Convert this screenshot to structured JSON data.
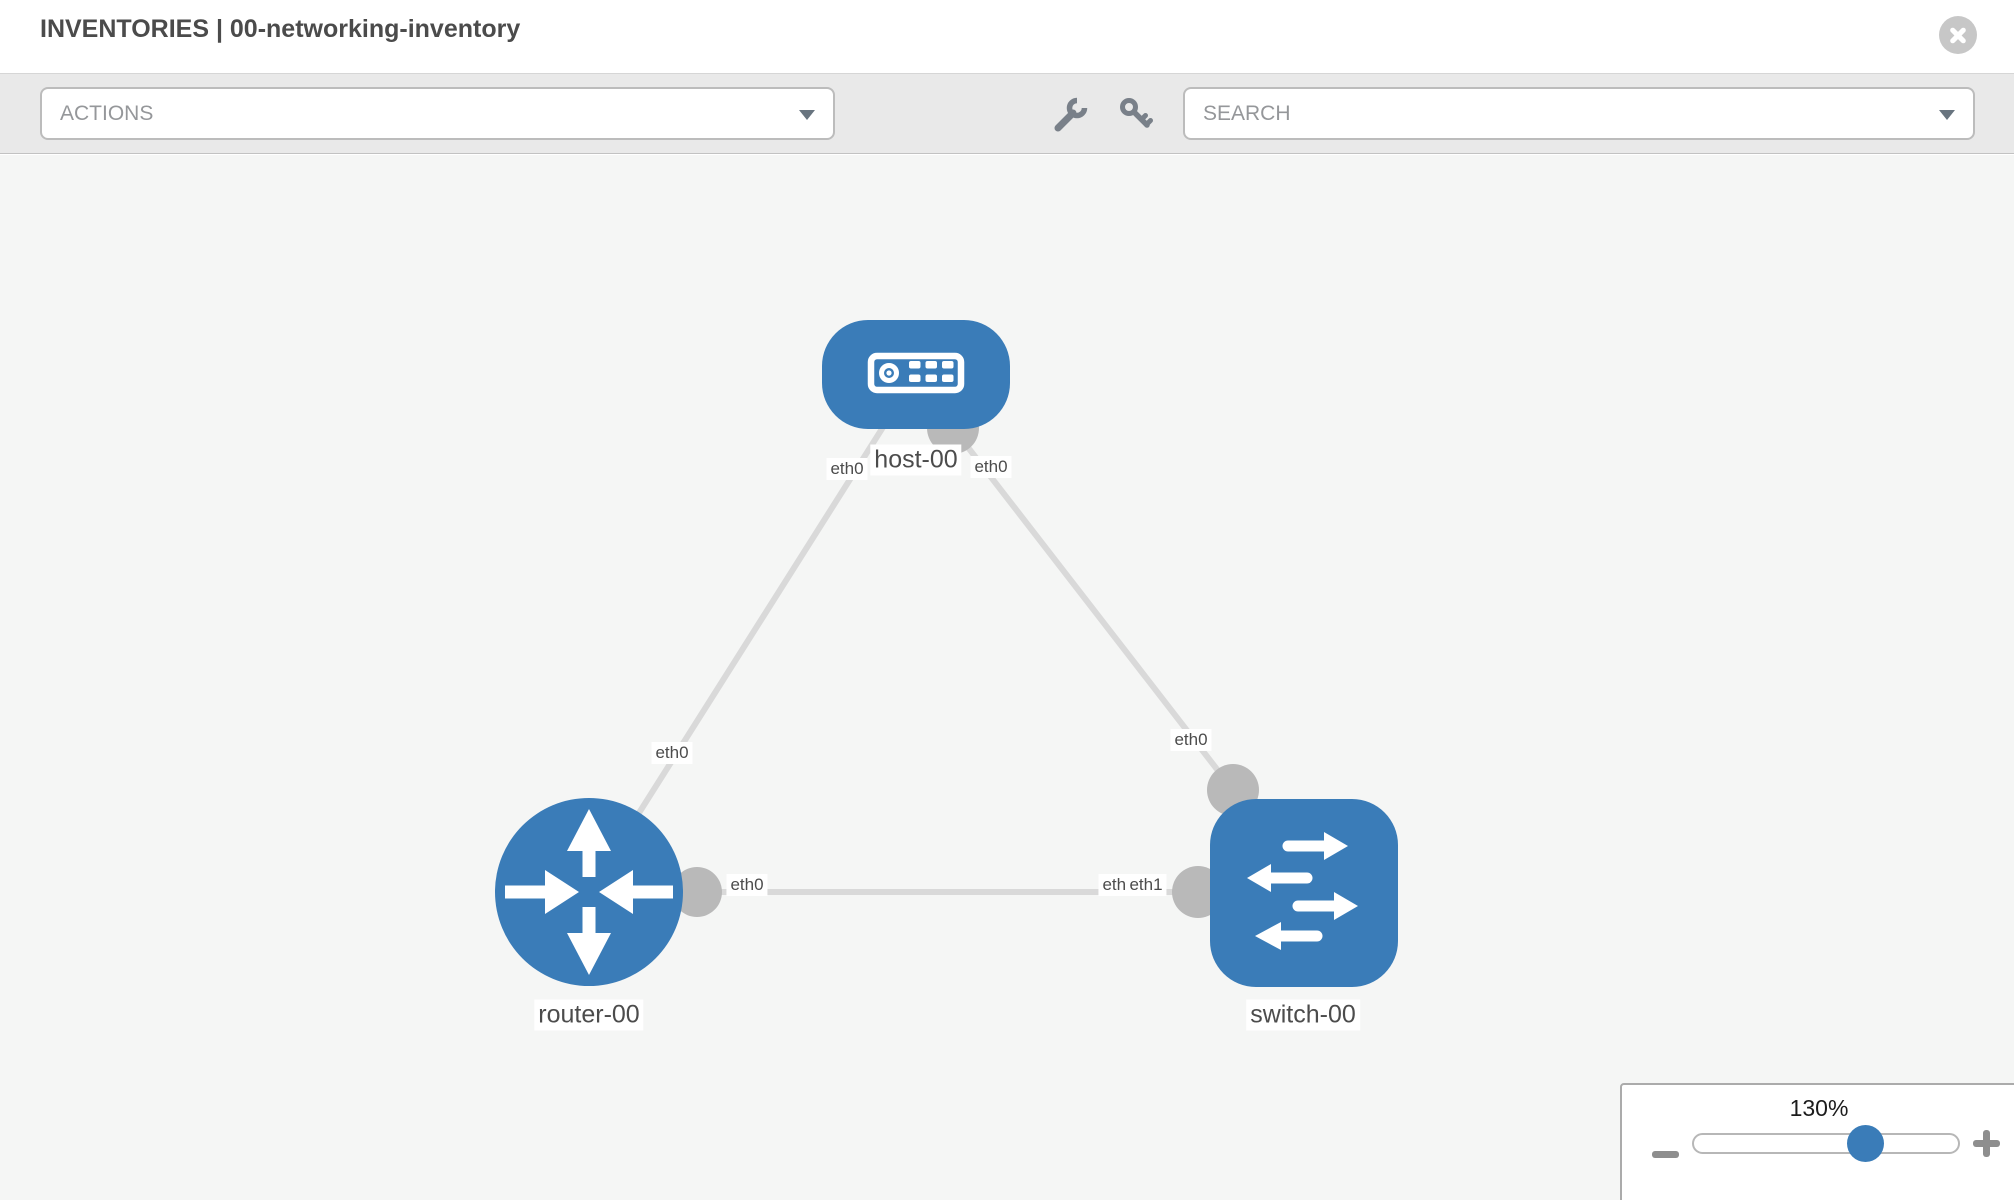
{
  "header": {
    "title": "INVENTORIES | 00-networking-inventory",
    "close_icon": "x-circle-icon"
  },
  "toolbar": {
    "actions_label": "ACTIONS",
    "search_placeholder": "SEARCH",
    "icons": [
      "wrench-icon",
      "key-icon"
    ]
  },
  "topology": {
    "nodes": [
      {
        "id": "host-00",
        "label": "host-00",
        "type": "host",
        "icon": "host-icon"
      },
      {
        "id": "router-00",
        "label": "router-00",
        "type": "router",
        "icon": "router-arrows-icon"
      },
      {
        "id": "switch-00",
        "label": "switch-00",
        "type": "switch",
        "icon": "switch-arrows-icon"
      }
    ],
    "links": [
      {
        "from": "host-00",
        "to": "router-00"
      },
      {
        "from": "host-00",
        "to": "switch-00"
      },
      {
        "from": "router-00",
        "to": "switch-00"
      }
    ],
    "interface_labels": [
      {
        "link": "host-router",
        "end": "host",
        "text": "eth0"
      },
      {
        "link": "host-router",
        "end": "router",
        "text": "eth0"
      },
      {
        "link": "host-switch",
        "end": "host",
        "text": "eth0"
      },
      {
        "link": "host-switch",
        "end": "switch",
        "text": "eth0"
      },
      {
        "link": "router-switch",
        "end": "router",
        "text": "eth0"
      },
      {
        "link": "router-switch",
        "end": "switch",
        "text": "eth0"
      },
      {
        "link": "router-switch",
        "end": "switch",
        "text": "eth1"
      }
    ],
    "colors": {
      "node_blue": "#3a7cb8",
      "link_gray": "#d9d9d9",
      "port_gray": "#b9b9b9",
      "canvas_bg": "#f5f6f5"
    }
  },
  "zoom_control": {
    "level": "130%",
    "minus_icon": "minus-icon",
    "plus_icon": "plus-icon"
  }
}
